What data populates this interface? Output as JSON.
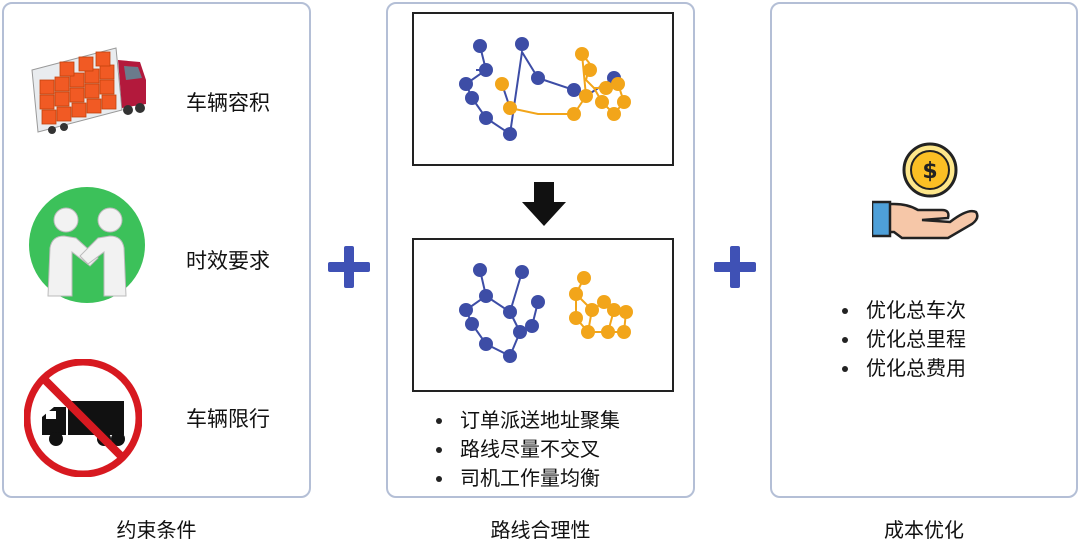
{
  "constraints": {
    "caption": "约束条件",
    "items": [
      {
        "label": "车辆容积",
        "icon": "truck-cargo-icon"
      },
      {
        "label": "时效要求",
        "icon": "handshake-icon"
      },
      {
        "label": "车辆限行",
        "icon": "no-trucks-icon"
      }
    ]
  },
  "route": {
    "caption": "路线合理性",
    "bullets": [
      "订单派送地址聚集",
      "路线尽量不交叉",
      "司机工作量均衡"
    ]
  },
  "cost": {
    "caption": "成本优化",
    "icon": "money-hand-icon",
    "bullets": [
      "优化总车次",
      "优化总里程",
      "优化总费用"
    ]
  },
  "colors": {
    "border": "#b4bfd6",
    "plus": "#3f51b5",
    "route_blue": "#3d4da6",
    "route_orange": "#f2a51a"
  }
}
